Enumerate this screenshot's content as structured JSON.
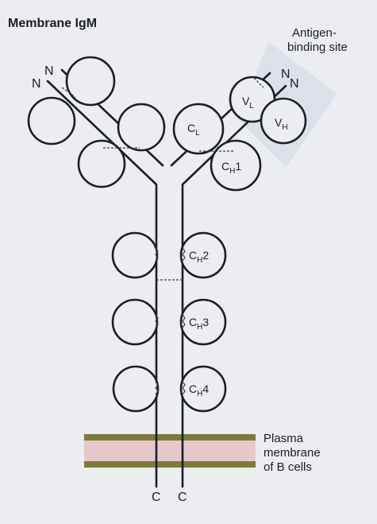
{
  "title": "Membrane IgM",
  "antigen_label": [
    "Antigen-",
    "binding site"
  ],
  "n_terminus": "N",
  "c_terminus": "C",
  "domains": {
    "vl": {
      "main": "V",
      "sub": "L"
    },
    "vh": {
      "main": "V",
      "sub": "H"
    },
    "cl": {
      "main": "C",
      "sub": "L"
    },
    "ch1": {
      "main": "C",
      "sub": "H",
      "suffix": "1"
    },
    "ch2": {
      "main": "C",
      "sub": "H",
      "suffix": "2"
    },
    "ch3": {
      "main": "C",
      "sub": "H",
      "suffix": "3"
    },
    "ch4": {
      "main": "C",
      "sub": "H",
      "suffix": "4"
    }
  },
  "membrane_label": [
    "Plasma",
    "membrane",
    "of B cells"
  ],
  "colors": {
    "background": "#ebedf0",
    "stroke": "#1b1e24",
    "membrane_band": "#7d7a3a",
    "membrane_core": "#e6c8cc",
    "antigen_shape": "#c9d3df"
  }
}
